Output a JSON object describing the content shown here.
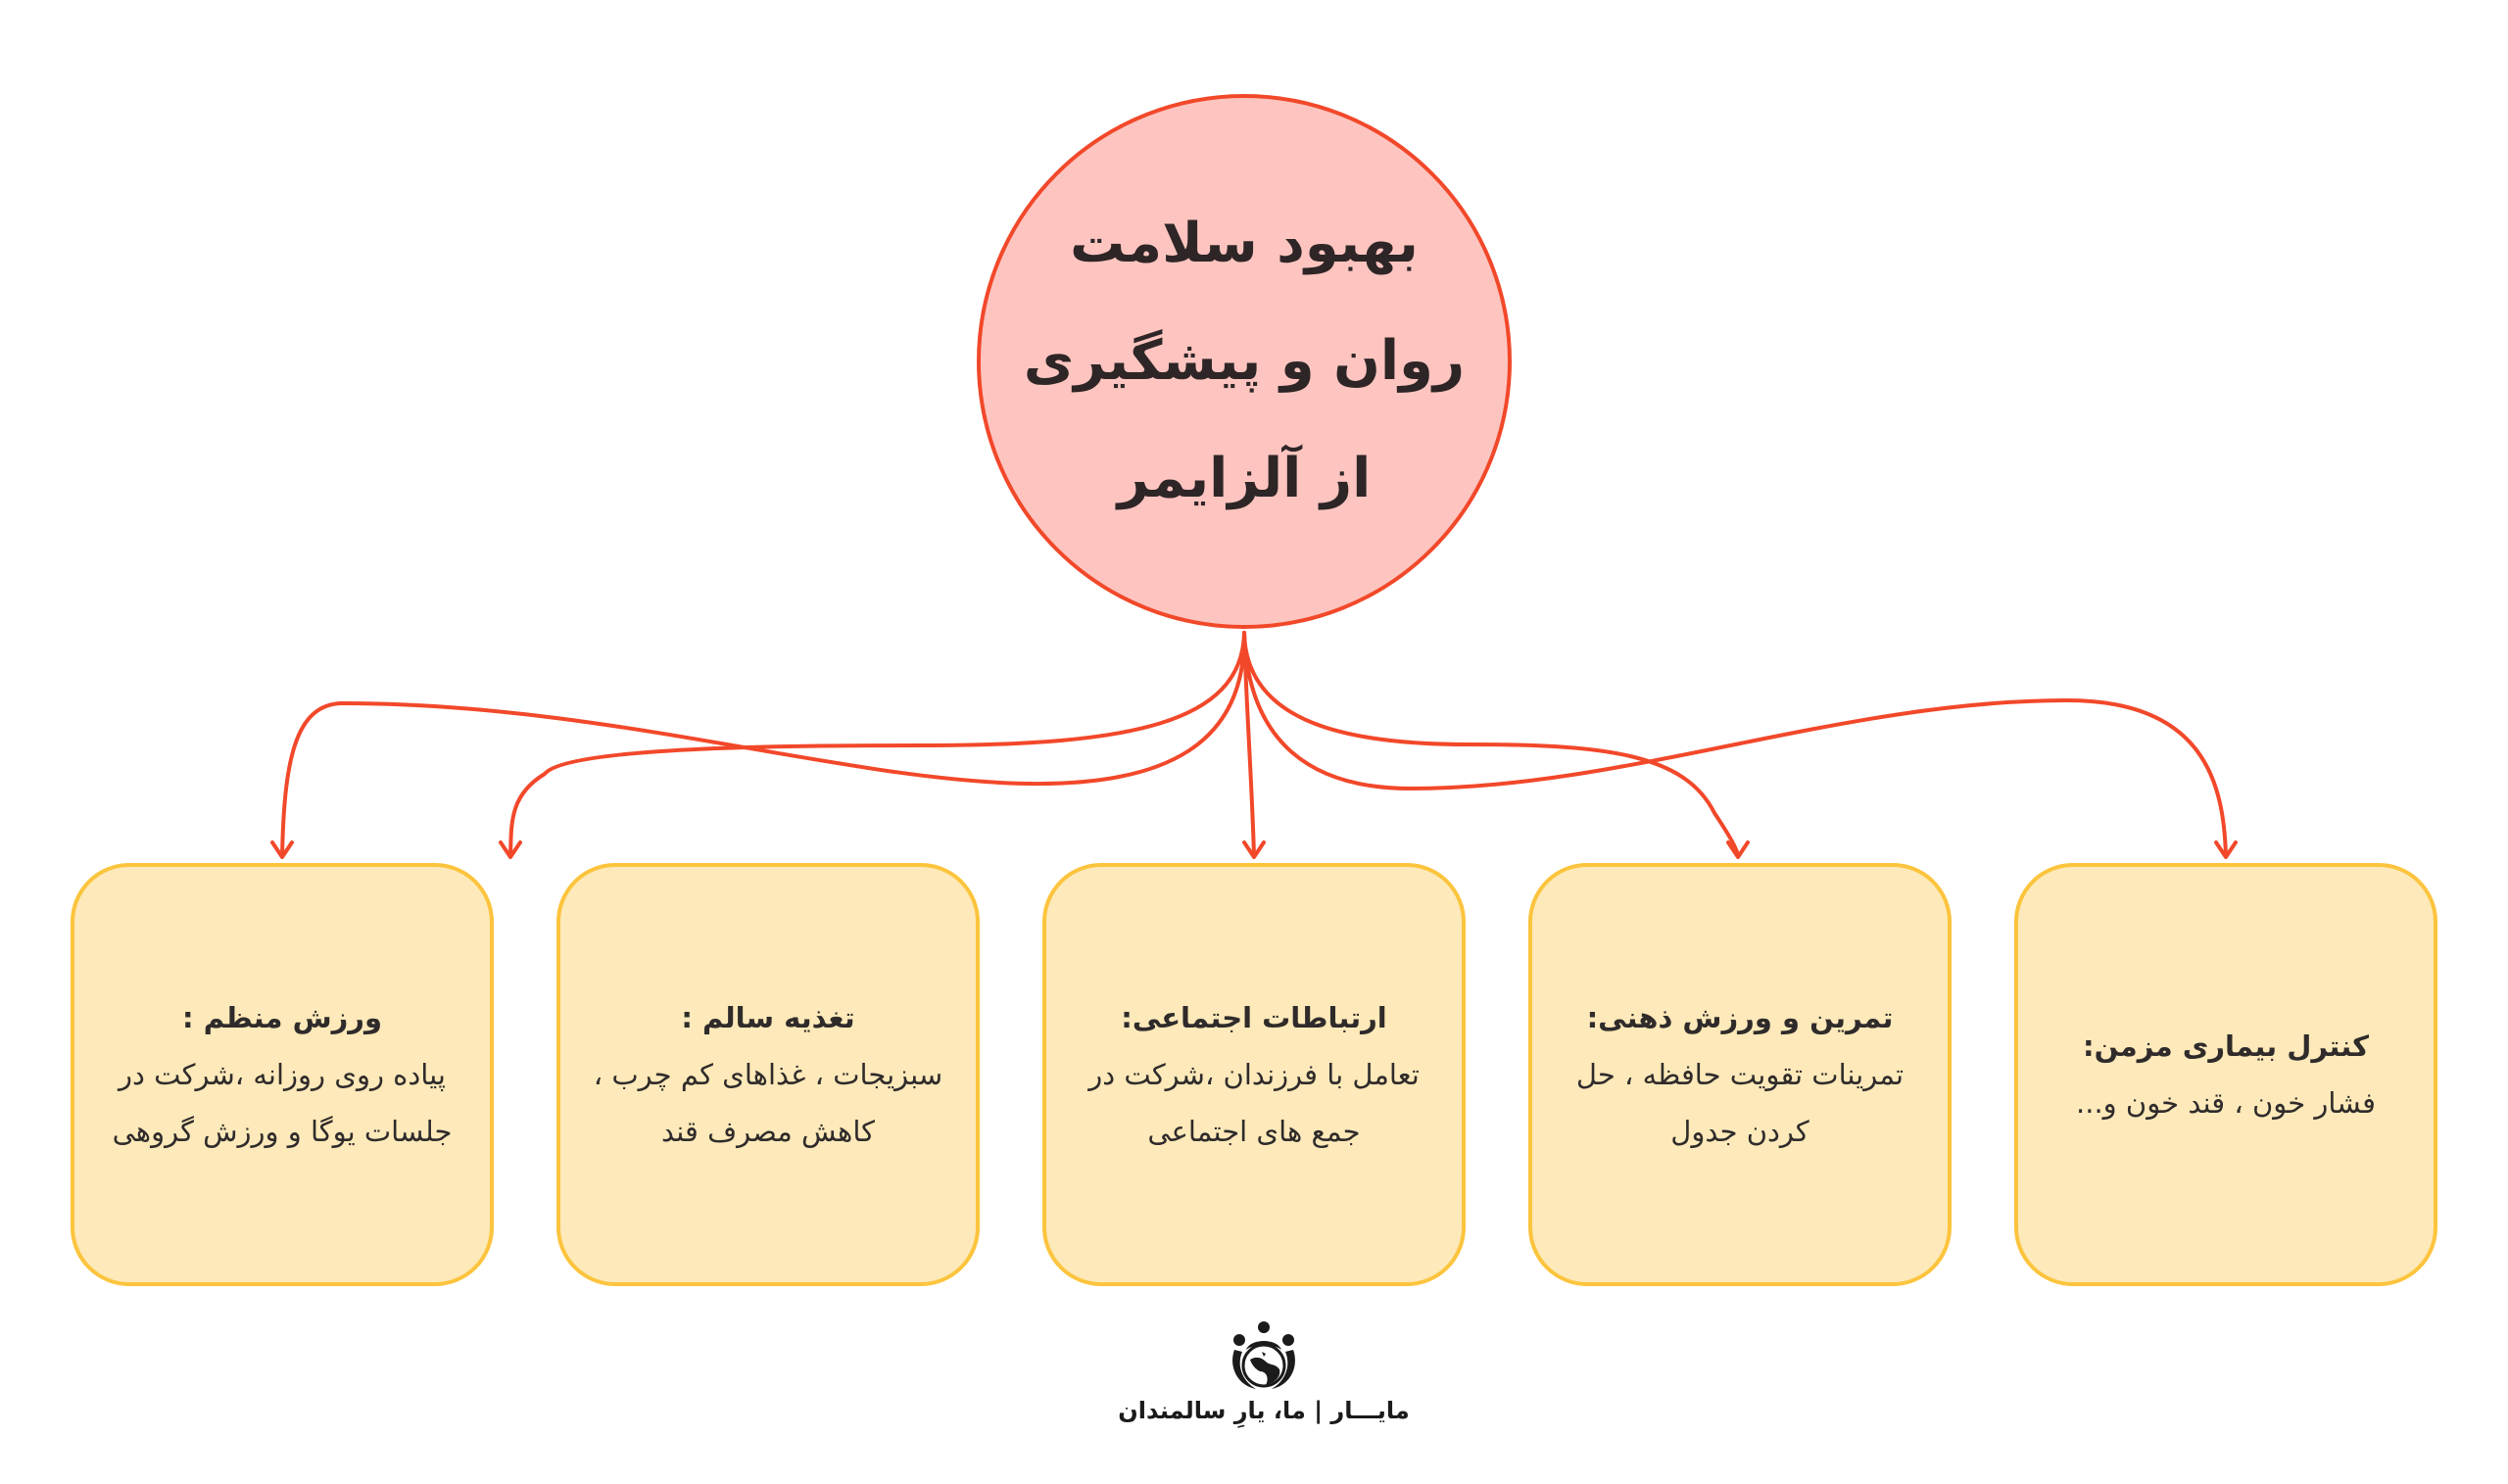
{
  "colors": {
    "center_fill": "#fec5c0",
    "center_stroke": "#f2482a",
    "box_fill": "#fde9b9",
    "box_stroke": "#fcc43d",
    "connector": "#f2482a",
    "text": "#2f2b2b"
  },
  "center": {
    "lines": [
      "بهبود سلامت",
      "روان و پیشگیری",
      "از آلزایمر"
    ]
  },
  "boxes": [
    {
      "title": "ورزش منظم :",
      "lines": [
        "پیاده روی روزانه ،شرکت در",
        "جلسات یوگا و ورزش گروهی"
      ]
    },
    {
      "title": "تغذیه سالم :",
      "lines": [
        "سبزیجات ، غذاهای کم چرب ،",
        "کاهش مصرف قند"
      ]
    },
    {
      "title": "ارتباطات اجتماعی:",
      "lines": [
        "تعامل با فرزندان ،شرکت در",
        "جمع های اجتماعی"
      ]
    },
    {
      "title": "تمرین و ورزش ذهنی:",
      "lines": [
        "تمرینات تقویت حافظه ، حل",
        "کردن جدول"
      ]
    },
    {
      "title": "کنترل بیماری مزمن:",
      "lines": [
        "فشار خون ، قند خون و..."
      ]
    }
  ],
  "footer": {
    "logo_icon": "globe-people-logo-icon",
    "brand_text": "مایـــار | ما، یارِ سالمندان"
  }
}
